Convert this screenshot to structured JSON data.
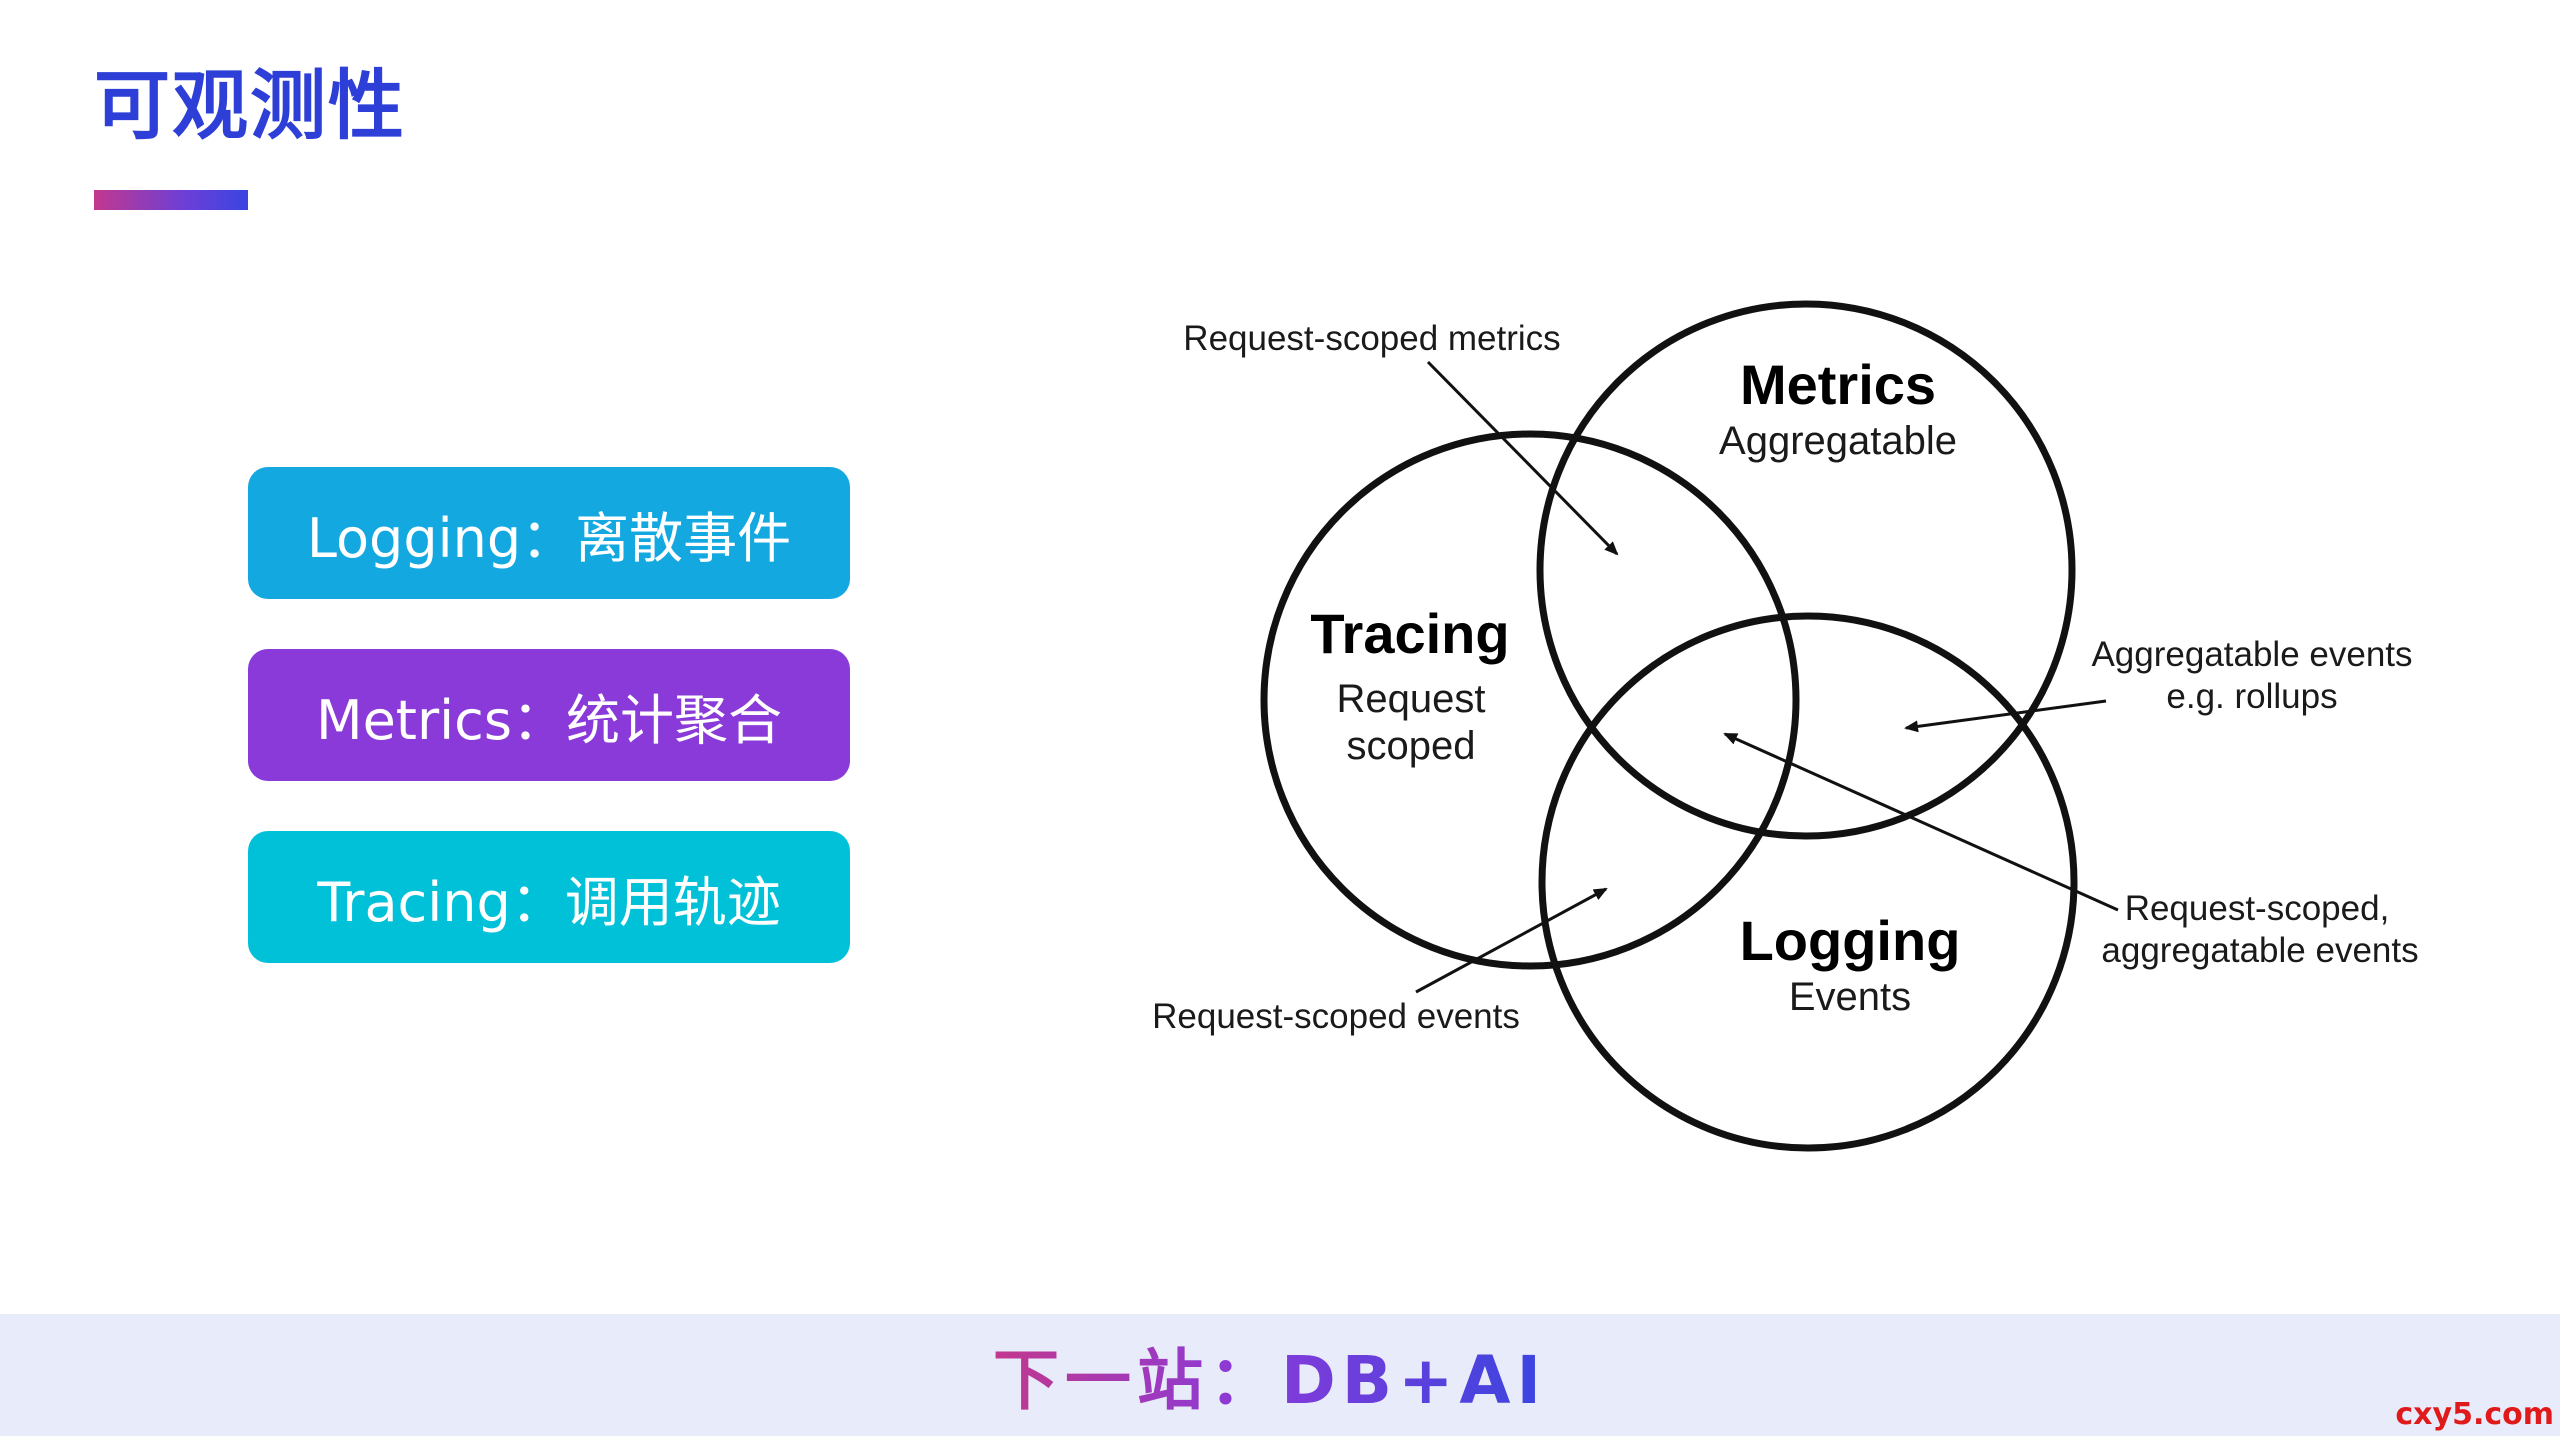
{
  "slide": {
    "title": "可观测性"
  },
  "pills": [
    {
      "label": "Logging：离散事件",
      "color": "#13a8e0"
    },
    {
      "label": "Metrics：统计聚合",
      "color": "#8a3ad8"
    },
    {
      "label": "Tracing：调用轨迹",
      "color": "#00c1d8"
    }
  ],
  "diagram": {
    "circles": {
      "metrics": {
        "title": "Metrics",
        "subtitle": "Aggregatable"
      },
      "tracing": {
        "title": "Tracing",
        "subtitle_line1": "Request",
        "subtitle_line2": "scoped"
      },
      "logging": {
        "title": "Logging",
        "subtitle": "Events"
      }
    },
    "annotations": {
      "request_scoped_metrics": "Request-scoped metrics",
      "aggregatable_events_line1": "Aggregatable events",
      "aggregatable_events_line2": "e.g. rollups",
      "request_scoped_aggregatable_line1": "Request-scoped,",
      "request_scoped_aggregatable_line2": "aggregatable events",
      "request_scoped_events": "Request-scoped events"
    }
  },
  "footer": {
    "text": "下一站：DB+AI"
  },
  "watermark": "cxy5.com"
}
